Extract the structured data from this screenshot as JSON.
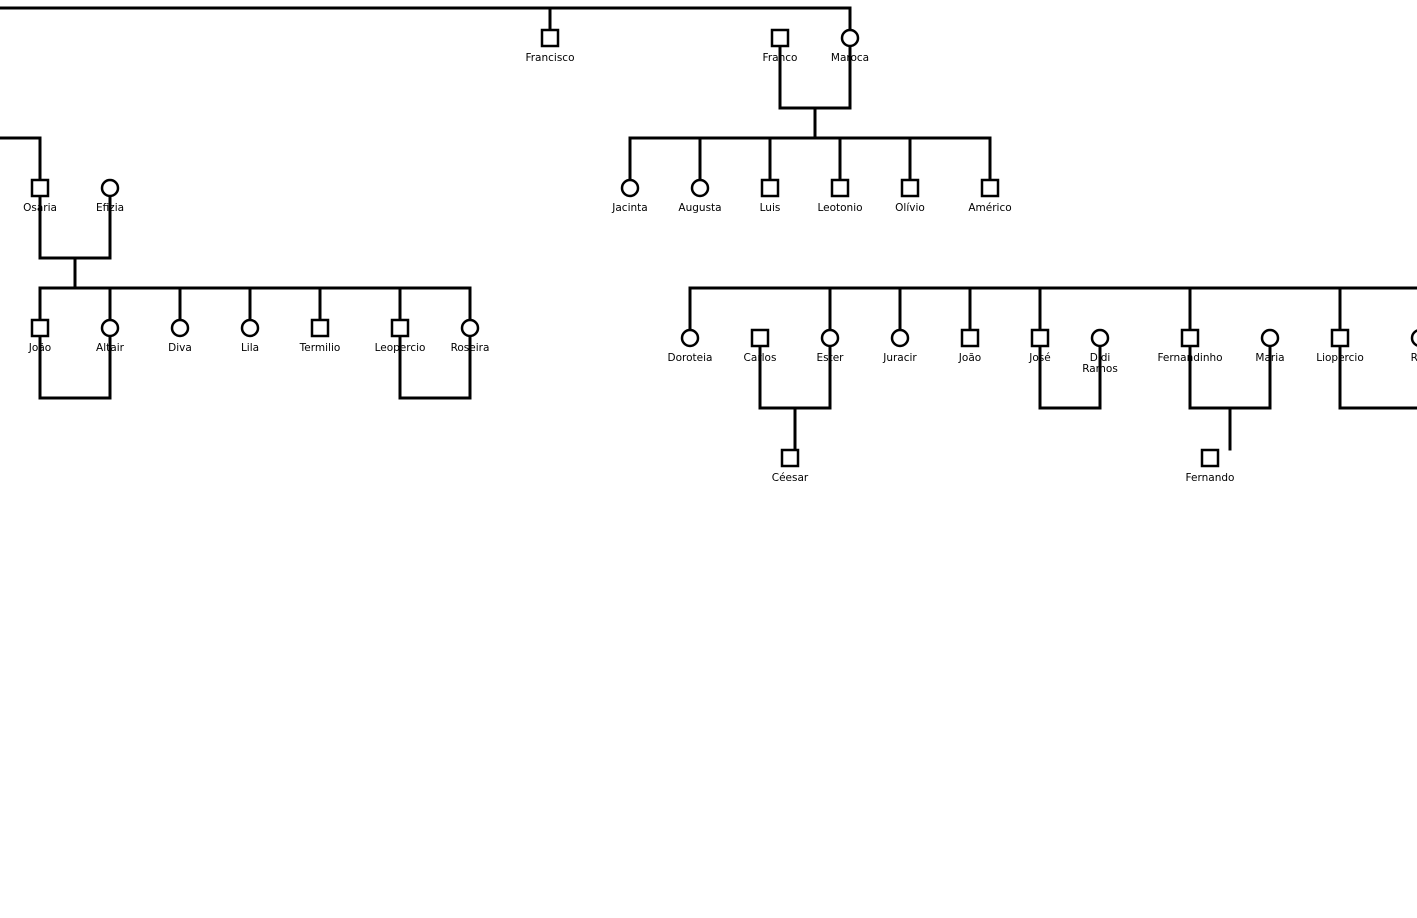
{
  "people": [
    {
      "id": "francisco",
      "name": "Francisco",
      "sex": "male"
    },
    {
      "id": "franco",
      "name": "Franco",
      "sex": "male"
    },
    {
      "id": "maroca",
      "name": "Maroca",
      "sex": "female"
    },
    {
      "id": "osaria",
      "name": "Osaria",
      "sex": "male"
    },
    {
      "id": "efizia",
      "name": "Efizia",
      "sex": "female"
    },
    {
      "id": "jacinta",
      "name": "Jacinta",
      "sex": "female"
    },
    {
      "id": "augusta",
      "name": "Augusta",
      "sex": "female"
    },
    {
      "id": "luis",
      "name": "Luis",
      "sex": "male"
    },
    {
      "id": "leotonio",
      "name": "Leotonio",
      "sex": "male"
    },
    {
      "id": "olivio",
      "name": "Olívio",
      "sex": "male"
    },
    {
      "id": "americo",
      "name": "Américo",
      "sex": "male"
    },
    {
      "id": "joao1",
      "name": "João",
      "sex": "male"
    },
    {
      "id": "altair",
      "name": "Altair",
      "sex": "female"
    },
    {
      "id": "diva",
      "name": "Diva",
      "sex": "female"
    },
    {
      "id": "lila",
      "name": "Lila",
      "sex": "female"
    },
    {
      "id": "termilio",
      "name": "Termilio",
      "sex": "male"
    },
    {
      "id": "leopercio",
      "name": "Leopercio",
      "sex": "male"
    },
    {
      "id": "roseira",
      "name": "Roseira",
      "sex": "female"
    },
    {
      "id": "doroteia",
      "name": "Doroteia",
      "sex": "female"
    },
    {
      "id": "carlos",
      "name": "Carlos",
      "sex": "male"
    },
    {
      "id": "ester",
      "name": "Ester",
      "sex": "female"
    },
    {
      "id": "juracir",
      "name": "Juracir",
      "sex": "female"
    },
    {
      "id": "joao2",
      "name": "João",
      "sex": "male"
    },
    {
      "id": "jose",
      "name": "José",
      "sex": "male"
    },
    {
      "id": "didi",
      "name": "Didi Ramos",
      "sex": "female"
    },
    {
      "id": "fernandinho",
      "name": "Fernandinho",
      "sex": "male"
    },
    {
      "id": "maria",
      "name": "Maria",
      "sex": "female"
    },
    {
      "id": "liopercio",
      "name": "Liopercio",
      "sex": "male"
    },
    {
      "id": "ros",
      "name": "Ros",
      "sex": "female"
    },
    {
      "id": "ceesar",
      "name": "Céesar",
      "sex": "male"
    },
    {
      "id": "fernando",
      "name": "Fernando",
      "sex": "male"
    }
  ],
  "couples": [
    {
      "partners": [
        "franco",
        "maroca"
      ],
      "children": [
        "jacinta",
        "augusta",
        "luis",
        "leotonio",
        "olivio",
        "americo"
      ]
    },
    {
      "partners": [
        "osaria",
        "efizia"
      ],
      "children": [
        "joao1",
        "altair",
        "diva",
        "lila",
        "termilio",
        "leopercio",
        "roseira"
      ]
    },
    {
      "partners": [
        "joao1",
        "altair"
      ],
      "children": []
    },
    {
      "partners": [
        "leopercio",
        "roseira"
      ],
      "children": []
    },
    {
      "partners": [
        "carlos",
        "ester"
      ],
      "children": [
        "ceesar"
      ]
    },
    {
      "partners": [
        "jose",
        "didi"
      ],
      "children": []
    },
    {
      "partners": [
        "fernandinho",
        "maria"
      ],
      "children": [
        "fernando"
      ]
    },
    {
      "partners": [
        "liopercio",
        "ros"
      ],
      "children": []
    }
  ],
  "sibling_groups": [
    {
      "members": [
        "francisco",
        "maroca"
      ]
    },
    {
      "members": [
        "osaria"
      ]
    },
    {
      "members": [
        "doroteia",
        "ester",
        "juracir",
        "joao2",
        "jose",
        "fernandinho",
        "liopercio"
      ]
    }
  ]
}
